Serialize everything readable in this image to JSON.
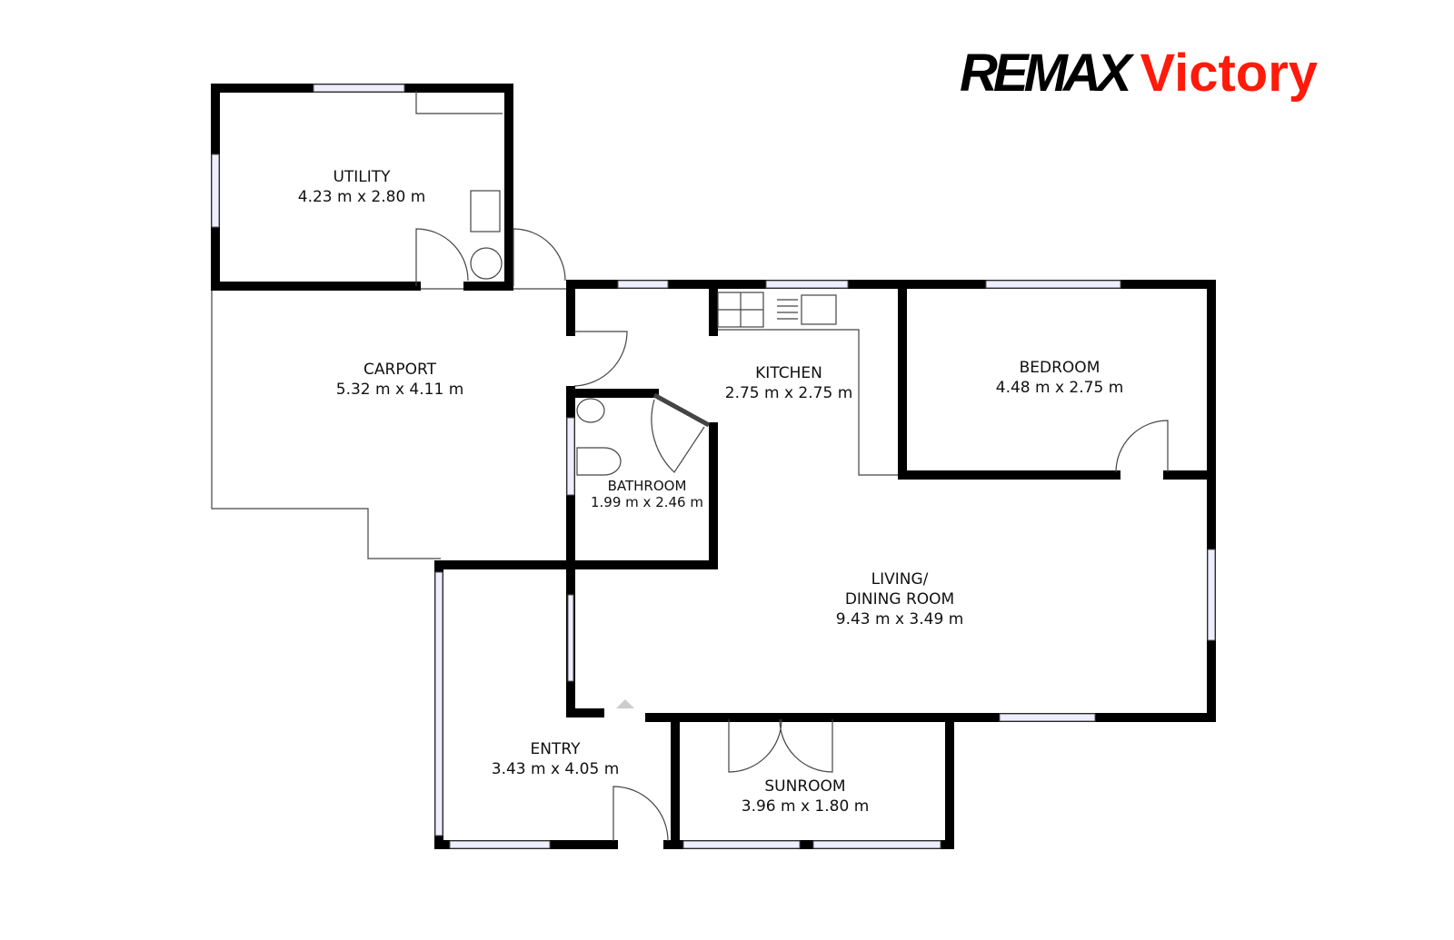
{
  "logo": {
    "brand": "REMAX",
    "office": "Victory",
    "brand_color": "#000000",
    "office_color": "#ff1a0a"
  },
  "rooms": {
    "utility": {
      "name": "UTILITY",
      "size": "4.23 m x 2.80 m"
    },
    "carport": {
      "name": "CARPORT",
      "size": "5.32 m x 4.11 m"
    },
    "kitchen": {
      "name": "KITCHEN",
      "size": "2.75 m x 2.75 m"
    },
    "bedroom": {
      "name": "BEDROOM",
      "size": "4.48 m x 2.75 m"
    },
    "bathroom": {
      "name": "BATHROOM",
      "size": "1.99 m x 2.46 m"
    },
    "living": {
      "name_line1": "LIVING/",
      "name_line2": "DINING ROOM",
      "size": "9.43 m x 3.49 m"
    },
    "entry": {
      "name": "ENTRY",
      "size": "3.43 m x 4.05 m"
    },
    "sunroom": {
      "name": "SUNROOM",
      "size": "3.96 m x 1.80 m"
    }
  }
}
